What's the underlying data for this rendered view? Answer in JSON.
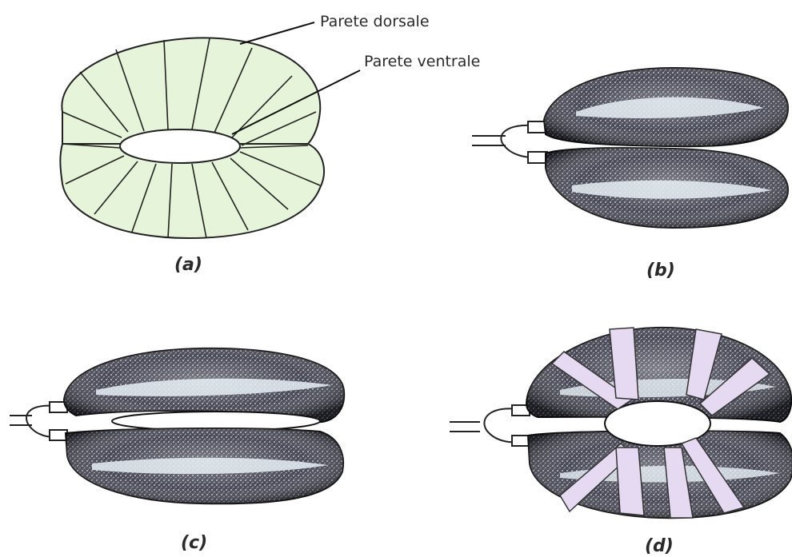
{
  "labels": {
    "dorsal": "Parete dorsale",
    "ventral": "Parete ventrale"
  },
  "captions": {
    "a": "(a)",
    "b": "(b)",
    "c": "(c)",
    "d": "(d)"
  },
  "colors": {
    "panel_a_fill": "#e6f4d9",
    "strap_fill": "#e6d9f2",
    "balloon_fill": "#2e2e3a",
    "highlight": "#e8f0f6"
  }
}
